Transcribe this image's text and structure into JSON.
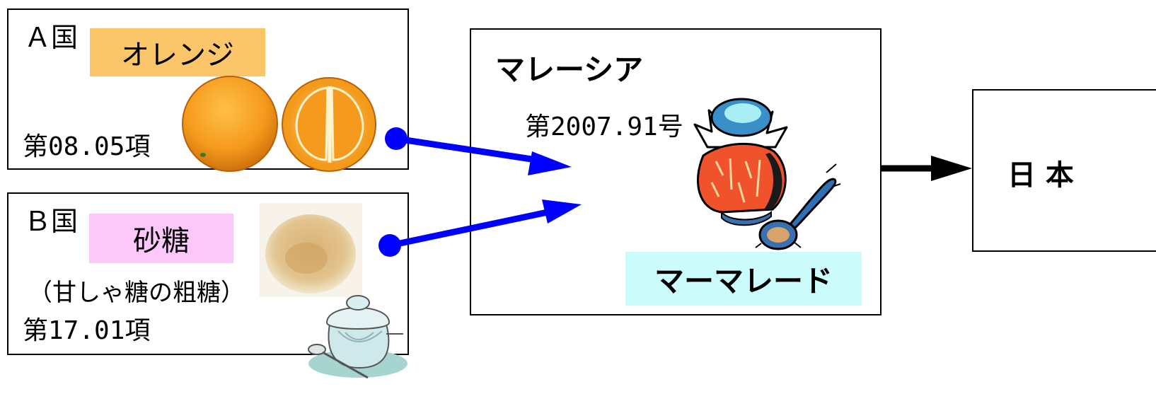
{
  "country_a": {
    "name": "Ａ国",
    "product": "オレンジ",
    "tariff_code": "第08.05項",
    "label_color": "#fbc56a"
  },
  "country_b": {
    "name": "Ｂ国",
    "product": "砂糖",
    "product_note": "（甘しゃ糖の粗糖）",
    "tariff_code": "第17.01項",
    "label_color": "#fcc8fa"
  },
  "processing_country": {
    "name": "マレーシア",
    "tariff_code": "第2007.91号",
    "product": "マーマレード",
    "label_color": "#ccfbfc"
  },
  "destination": {
    "name": "日 本"
  },
  "colors": {
    "input_arrow": "#0000ff",
    "export_arrow": "#000000",
    "border": "#000000"
  },
  "icons": {
    "orange": "whole-and-halved-orange",
    "sugar": "raw-sugar-pile",
    "sugar_bowl": "sugar-bowl-with-spoon",
    "marmalade": "marmalade-jar-with-spoon"
  }
}
